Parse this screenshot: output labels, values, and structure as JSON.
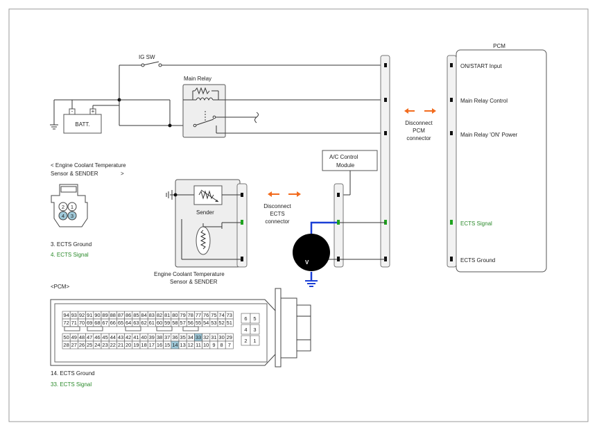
{
  "switch": {
    "ig_sw": "IG SW"
  },
  "battery": {
    "label": "BATT.",
    "minus": "-",
    "plus": "+"
  },
  "relay": {
    "label": "Main Relay"
  },
  "pcm_block": {
    "title": "PCM",
    "on_start": "ON/START Input",
    "relay_control": "Main Relay Control",
    "relay_power": "Main Relay 'ON' Power",
    "ects_signal": "ECTS Signal",
    "ects_ground": "ECTS Ground"
  },
  "disconnect_pcm": [
    "Disconnect",
    "PCM",
    "connector"
  ],
  "ac_module": [
    "A/C Control",
    "Module"
  ],
  "sensor_title": {
    "line1": "< Engine Coolant Temperature",
    "line2": "Sensor & SENDER",
    "close": ">"
  },
  "sensor_pins": [
    "1",
    "2",
    "3",
    "4"
  ],
  "sensor_notes": {
    "ground": "3. ECTS Ground",
    "signal": "4. ECTS Signal"
  },
  "sender_label": "Sender",
  "sensor_caption": [
    "Engine Coolant Temperature",
    "Sensor & SENDER"
  ],
  "disconnect_ects": [
    "Disconnect",
    "ECTS",
    "connector"
  ],
  "voltmeter": "V",
  "pcm_connector_title": "<PCM>",
  "pcm_rows": [
    [
      "94",
      "93",
      "92",
      "91",
      "90",
      "89",
      "88",
      "87",
      "86",
      "85",
      "84",
      "83",
      "82",
      "81",
      "80",
      "79",
      "78",
      "77",
      "76",
      "75",
      "74",
      "73"
    ],
    [
      "72",
      "71",
      "70",
      "69",
      "68",
      "67",
      "66",
      "65",
      "64",
      "63",
      "62",
      "61",
      "60",
      "59",
      "58",
      "57",
      "56",
      "55",
      "54",
      "53",
      "52",
      "51"
    ],
    [
      "50",
      "49",
      "48",
      "47",
      "46",
      "45",
      "44",
      "43",
      "42",
      "41",
      "40",
      "39",
      "38",
      "37",
      "36",
      "35",
      "34",
      "33",
      "32",
      "31",
      "30",
      "29"
    ],
    [
      "28",
      "27",
      "26",
      "25",
      "24",
      "23",
      "22",
      "21",
      "20",
      "19",
      "18",
      "17",
      "16",
      "15",
      "14",
      "13",
      "12",
      "11",
      "10",
      "9",
      "8",
      "7"
    ]
  ],
  "pcm_side_pins": [
    [
      "6",
      "5"
    ],
    [
      "4",
      "3"
    ],
    [
      "2",
      "1"
    ]
  ],
  "pcm_highlight": [
    "14",
    "33"
  ],
  "pcm_notes": {
    "ground": "14.   ECTS Ground",
    "signal": "33. ECTS Signal"
  },
  "colors": {
    "signal_wire": "#1a3fd6",
    "arrow": "#f26b1d",
    "signal_text": "#2a8a2a",
    "pin_highlight": "#9fc9d9"
  }
}
